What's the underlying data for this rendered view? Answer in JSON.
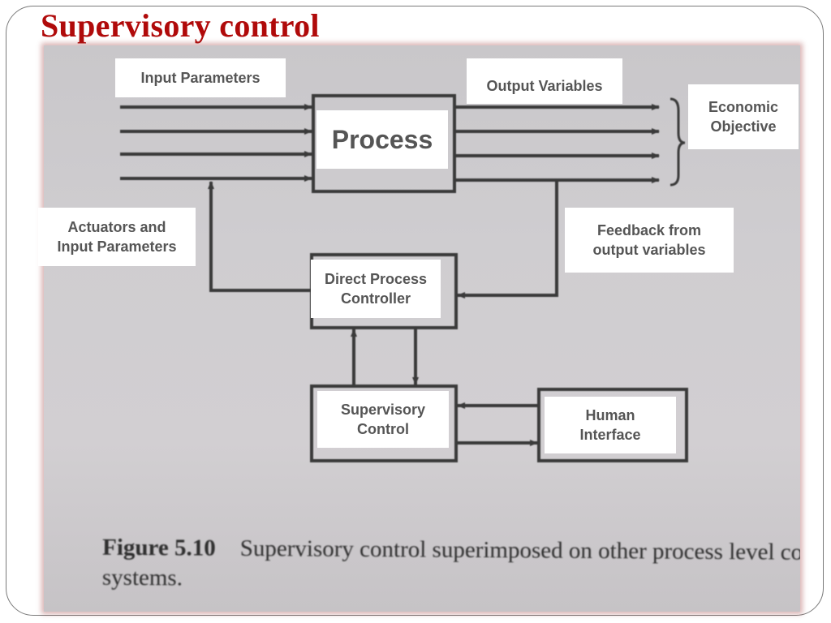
{
  "slide": {
    "title": "Supervisory control"
  },
  "labels": {
    "input_parameters": "Input Parameters",
    "output_variables": "Output Variables",
    "economic_objective": "Economic\nObjective",
    "process": "Process",
    "actuators": "Actuators and\nInput Parameters",
    "feedback": "Feedback from\noutput variables",
    "direct_controller": "Direct Process\nController",
    "supervisory_control": "Supervisory\nControl",
    "human_interface": "Human\nInterface"
  },
  "caption": {
    "figure_number": "Figure 5.10",
    "text": "Supervisory control superimposed on other process level control systems."
  },
  "colors": {
    "title": "#b00a0a",
    "label_text": "#555555",
    "diagram_line": "#3a3a3a"
  }
}
